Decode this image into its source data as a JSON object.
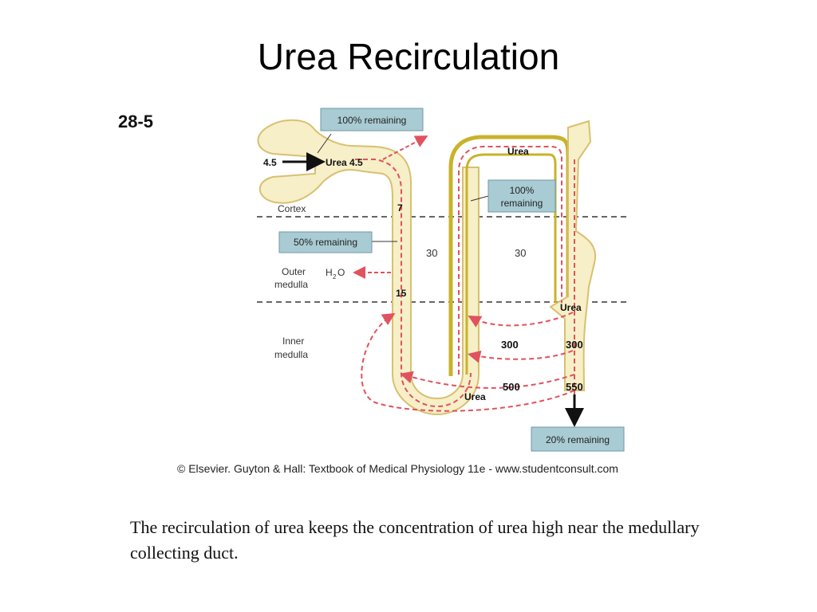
{
  "title": "Urea Recirculation",
  "figure_number": "28-5",
  "labels": {
    "urea_in_value": "4.5",
    "urea_in": "Urea 4.5",
    "cortex": "Cortex",
    "outer_medulla_1": "Outer",
    "outer_medulla_2": "medulla",
    "inner_medulla_1": "Inner",
    "inner_medulla_2": "medulla",
    "h2o_h": "H",
    "h2o_2": "2",
    "h2o_o": "O",
    "urea_top": "Urea",
    "urea_bottom": "Urea",
    "urea_duct": "Urea",
    "val_7": "7",
    "val_15": "15",
    "val_30_left": "30",
    "val_30_right": "30",
    "val_300_left": "300",
    "val_300_right": "300",
    "val_500": "500",
    "val_550": "550"
  },
  "boxes": {
    "remaining_100_top": "100% remaining",
    "remaining_100_right_1": "100%",
    "remaining_100_right_2": "remaining",
    "remaining_50": "50% remaining",
    "remaining_20": "20% remaining"
  },
  "caption": "© Elsevier. Guyton & Hall: Textbook of Medical Physiology 11e - www.studentconsult.com",
  "body_text": "The recirculation of urea keeps the concentration of urea high near the medullary collecting duct.",
  "colors": {
    "tubule_fill": "#f6efc8",
    "tubule_stroke": "#d8c070",
    "thick_limb": "#c8b32a",
    "dashed_arrow": "#e0525e",
    "box_fill": "#a9cbd3",
    "box_stroke": "#6f9aa4"
  }
}
